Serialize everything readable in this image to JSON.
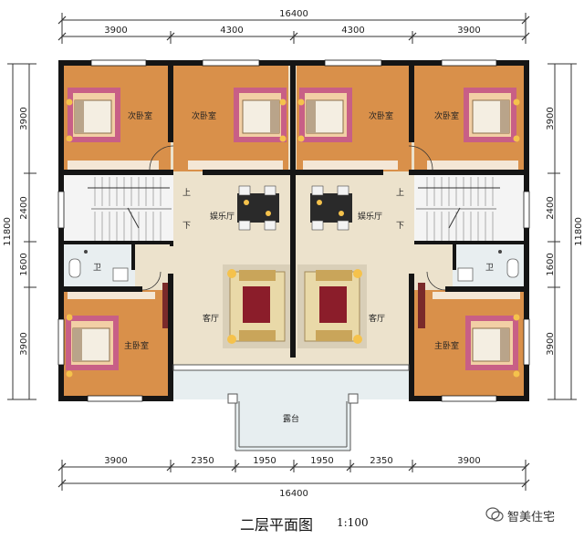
{
  "drawing": {
    "title": "二层平面图",
    "scale": "1:100",
    "brand": "智美住宅"
  },
  "dimensions": {
    "top_total": "16400",
    "top_segments": [
      "3900",
      "4300",
      "4300",
      "3900"
    ],
    "bottom_total": "16400",
    "bottom_segments": [
      "3900",
      "2350",
      "1950",
      "1950",
      "2350",
      "3900"
    ],
    "left_total": "11800",
    "left_segments": [
      "3900",
      "2400",
      "1600",
      "3900"
    ],
    "right_total": "11800",
    "right_segments": [
      "3900",
      "2400",
      "1600",
      "3900"
    ]
  },
  "rooms": {
    "secondary_bedroom": "次卧室",
    "entertainment_hall": "娱乐厅",
    "living_room": "客厅",
    "master_bedroom": "主卧室",
    "bathroom": "卫",
    "terrace": "露台",
    "stair_up": "上",
    "stair_down": "下"
  },
  "colors": {
    "bedroom_floor": "#d9904a",
    "hall_floor": "#ece2cc",
    "wall": "#151515",
    "rug": "#c85f86",
    "terrace_floor": "#e7eef0"
  }
}
